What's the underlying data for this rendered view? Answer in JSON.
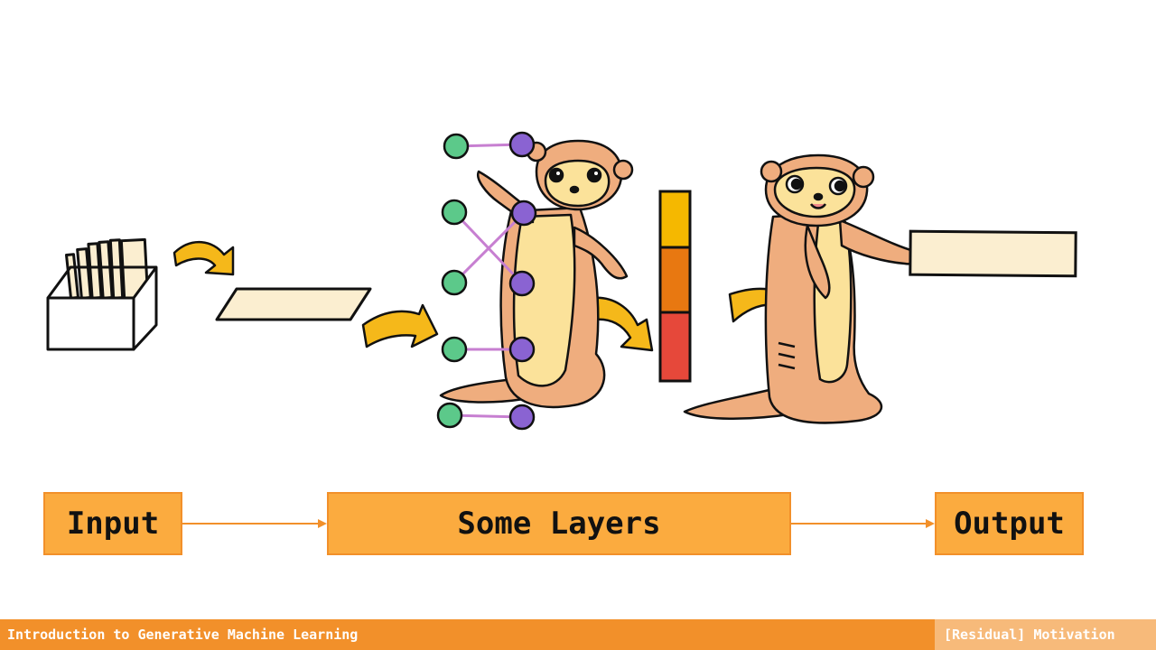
{
  "flow": {
    "input_label": "Input",
    "layers_label": "Some Layers",
    "output_label": "Output"
  },
  "footer": {
    "course_title": "Introduction to Generative Machine Learning",
    "section_title": "[Residual] Motivation"
  },
  "colors": {
    "box_fill": "#fbab3f",
    "box_border": "#f2902a",
    "footer_main": "#f2902a",
    "footer_side": "#f7ba7a",
    "meerkat_body": "#efad7e",
    "meerkat_belly": "#fbe29a",
    "node_green": "#5cc98a",
    "node_purple": "#8a63d2",
    "curved_arrow": "#f5b81a",
    "stack_top": "#f5b800",
    "stack_mid": "#e87811",
    "stack_bottom": "#e6483a"
  }
}
